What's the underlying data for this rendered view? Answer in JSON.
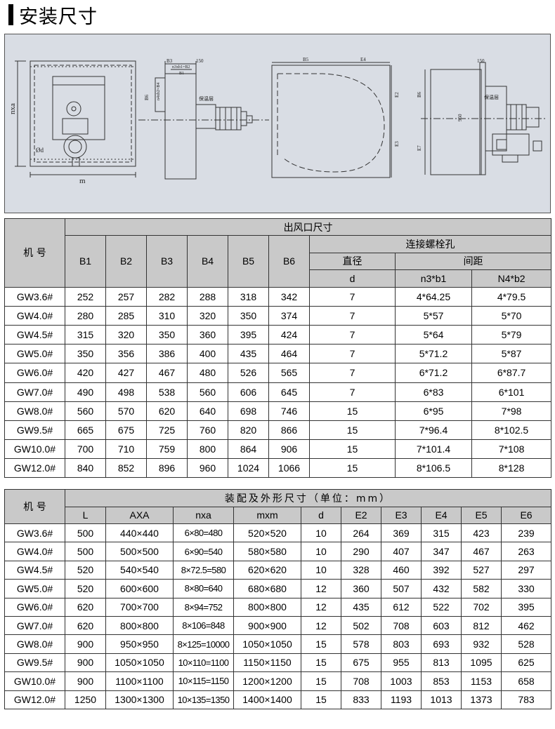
{
  "title": "安装尺寸",
  "drawing": {
    "labels": {
      "nxa": "nxa",
      "m": "m",
      "od": "Ød",
      "b3": "B3",
      "b2": "n3xb1=B2",
      "b1": "B1",
      "d150": "150",
      "b6": "B6",
      "b4": "n4xb2=B4",
      "insul": "保温层",
      "b5": "B5",
      "e4": "E4",
      "e2": "E2",
      "e3": "E3",
      "d150b": "150",
      "b6b": "B6",
      "l950": "950",
      "e7": "E7",
      "insulb": "保温层"
    }
  },
  "table1": {
    "model_header": "机 号",
    "group_header": "出风口尺寸",
    "bolt_header": "连接螺栓孔",
    "dia_header": "直径",
    "spacing_header": "间距",
    "cols": [
      "B1",
      "B2",
      "B3",
      "B4",
      "B5",
      "B6"
    ],
    "sub_cols": [
      "d",
      "n3*b1",
      "N4*b2"
    ],
    "rows": [
      [
        "GW3.6#",
        "252",
        "257",
        "282",
        "288",
        "318",
        "342",
        "7",
        "4*64.25",
        "4*79.5"
      ],
      [
        "GW4.0#",
        "280",
        "285",
        "310",
        "320",
        "350",
        "374",
        "7",
        "5*57",
        "5*70"
      ],
      [
        "GW4.5#",
        "315",
        "320",
        "350",
        "360",
        "395",
        "424",
        "7",
        "5*64",
        "5*79"
      ],
      [
        "GW5.0#",
        "350",
        "356",
        "386",
        "400",
        "435",
        "464",
        "7",
        "5*71.2",
        "5*87"
      ],
      [
        "GW6.0#",
        "420",
        "427",
        "467",
        "480",
        "526",
        "565",
        "7",
        "6*71.2",
        "6*87.7"
      ],
      [
        "GW7.0#",
        "490",
        "498",
        "538",
        "560",
        "606",
        "645",
        "7",
        "6*83",
        "6*101"
      ],
      [
        "GW8.0#",
        "560",
        "570",
        "620",
        "640",
        "698",
        "746",
        "15",
        "6*95",
        "7*98"
      ],
      [
        "GW9.5#",
        "665",
        "675",
        "725",
        "760",
        "820",
        "866",
        "15",
        "7*96.4",
        "8*102.5"
      ],
      [
        "GW10.0#",
        "700",
        "710",
        "759",
        "800",
        "864",
        "906",
        "15",
        "7*101.4",
        "7*108"
      ],
      [
        "GW12.0#",
        "840",
        "852",
        "896",
        "960",
        "1024",
        "1066",
        "15",
        "8*106.5",
        "8*128"
      ]
    ]
  },
  "table2": {
    "model_header": "机 号",
    "group_header": "装配及外形尺寸（单位：mm）",
    "cols": [
      "L",
      "AXA",
      "nxa",
      "mxm",
      "d",
      "E2",
      "E3",
      "E4",
      "E5",
      "E6"
    ],
    "rows": [
      [
        "GW3.6#",
        "500",
        "440×440",
        "6×80=480",
        "520×520",
        "10",
        "264",
        "369",
        "315",
        "423",
        "239"
      ],
      [
        "GW4.0#",
        "500",
        "500×500",
        "6×90=540",
        "580×580",
        "10",
        "290",
        "407",
        "347",
        "467",
        "263"
      ],
      [
        "GW4.5#",
        "520",
        "540×540",
        "8×72.5=580",
        "620×620",
        "10",
        "328",
        "460",
        "392",
        "527",
        "297"
      ],
      [
        "GW5.0#",
        "520",
        "600×600",
        "8×80=640",
        "680×680",
        "12",
        "360",
        "507",
        "432",
        "582",
        "330"
      ],
      [
        "GW6.0#",
        "620",
        "700×700",
        "8×94=752",
        "800×800",
        "12",
        "435",
        "612",
        "522",
        "702",
        "395"
      ],
      [
        "GW7.0#",
        "620",
        "800×800",
        "8×106=848",
        "900×900",
        "12",
        "502",
        "708",
        "603",
        "812",
        "462"
      ],
      [
        "GW8.0#",
        "900",
        "950×950",
        "8×125=10000",
        "1050×1050",
        "15",
        "578",
        "803",
        "693",
        "932",
        "528"
      ],
      [
        "GW9.5#",
        "900",
        "1050×1050",
        "10×110=1100",
        "1150×1150",
        "15",
        "675",
        "955",
        "813",
        "1095",
        "625"
      ],
      [
        "GW10.0#",
        "900",
        "1100×1100",
        "10×115=1150",
        "1200×1200",
        "15",
        "708",
        "1003",
        "853",
        "1153",
        "658"
      ],
      [
        "GW12.0#",
        "1250",
        "1300×1300",
        "10×135=1350",
        "1400×1400",
        "15",
        "833",
        "1193",
        "1013",
        "1373",
        "783"
      ]
    ]
  }
}
